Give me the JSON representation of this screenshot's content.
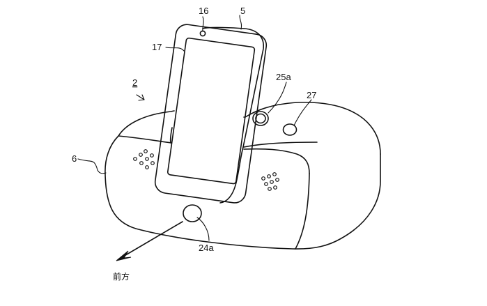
{
  "labels": {
    "l16": "16",
    "l5": "5",
    "l17": "17",
    "l2": "2",
    "l25a": "25a",
    "l27": "27",
    "l6": "6",
    "l24a": "24a",
    "front": "前方"
  }
}
